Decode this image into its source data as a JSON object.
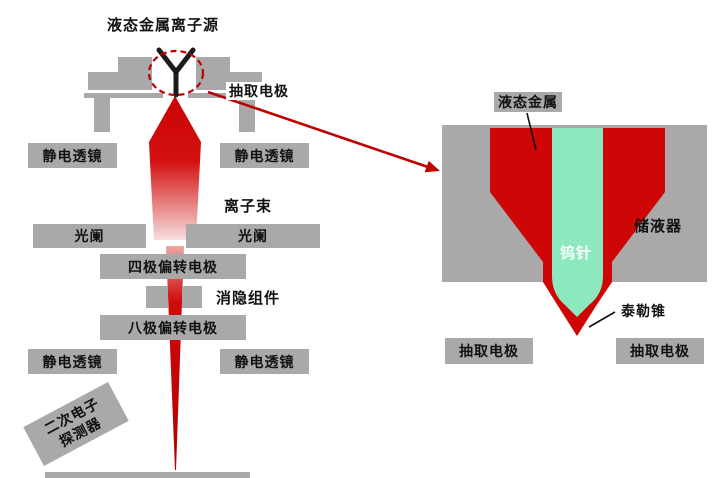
{
  "colors": {
    "block_gray": "#a9a9a9",
    "beam_red": "#cf0606",
    "liquid_metal_red": "#cf0606",
    "needle_green": "#8ce8bf",
    "annotation_red": "#c00000",
    "text_black": "#111111"
  },
  "column": {
    "source_label": "液态金属离子源",
    "extraction_electrode_label": "抽取电极",
    "upper_lens_left": "静电透镜",
    "upper_lens_right": "静电透镜",
    "ion_beam_label": "离子束",
    "aperture_left": "光阑",
    "aperture_right": "光阑",
    "quadrupole_label": "四极偏转电极",
    "blanking_label": "消隐组件",
    "octupole_label": "八极偏转电极",
    "lower_lens_left": "静电透镜",
    "lower_lens_right": "静电透镜",
    "detector_line1": "二次电子",
    "detector_line2": "探测器"
  },
  "source_detail": {
    "liquid_metal_label": "液态金属",
    "reservoir_label": "储液器",
    "tungsten_needle_label": "钨针",
    "taylor_cone_label": "泰勒锥",
    "extraction_left_label": "抽取电极",
    "extraction_right_label": "抽取电极"
  }
}
